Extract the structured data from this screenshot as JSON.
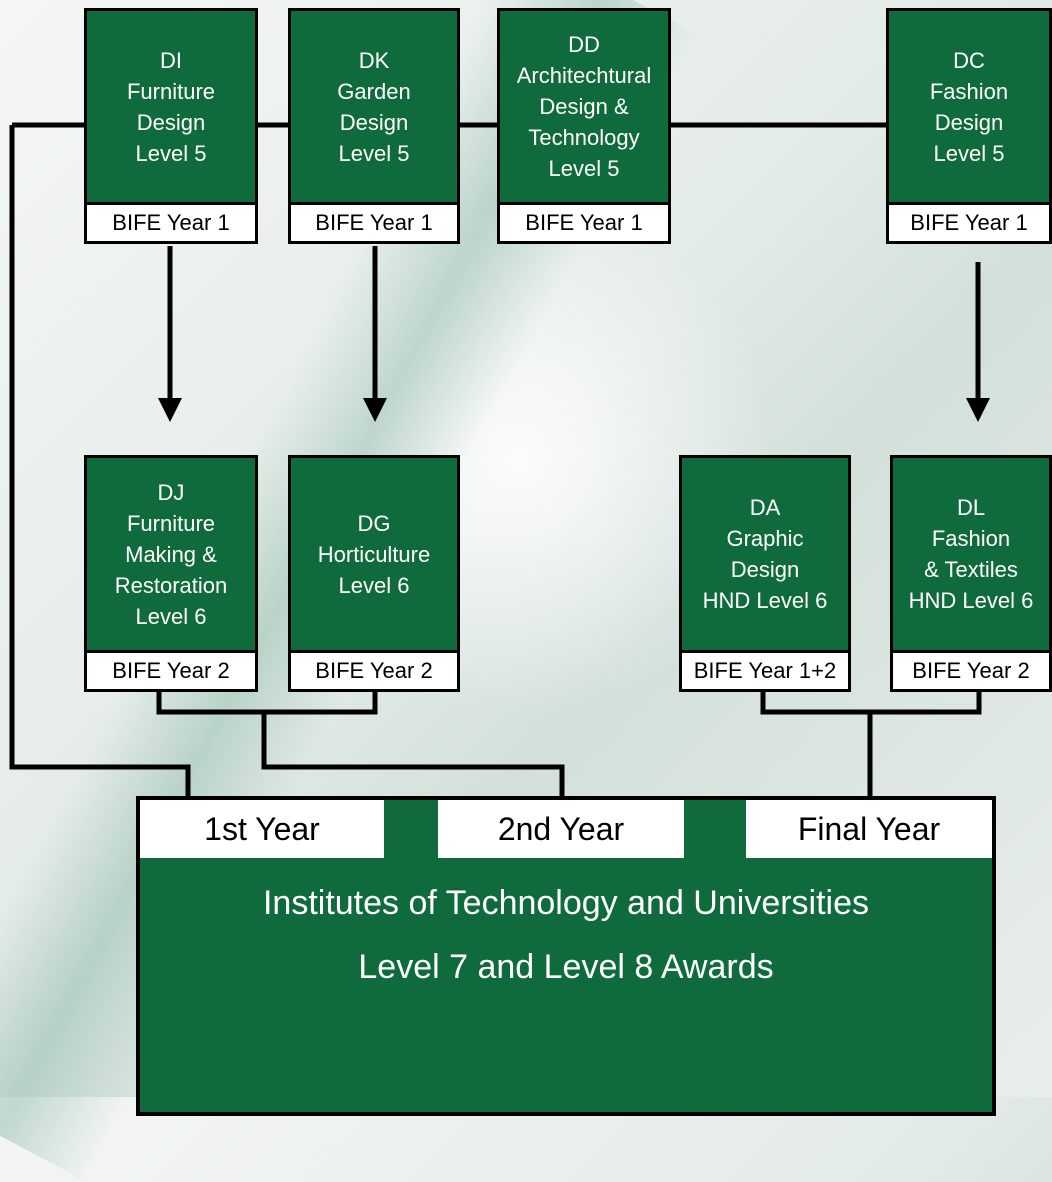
{
  "boxes": {
    "di": {
      "title": "DI\nFurniture\nDesign\nLevel 5",
      "footer": "BIFE Year 1"
    },
    "dk": {
      "title": "DK\nGarden\nDesign\nLevel 5",
      "footer": "BIFE Year 1"
    },
    "dd": {
      "title": "DD\nArchitechtural\nDesign &\nTechnology\nLevel 5",
      "footer": "BIFE Year 1"
    },
    "dc": {
      "title": "DC\nFashion\nDesign\nLevel 5",
      "footer": "BIFE Year 1"
    },
    "dj": {
      "title": "DJ\nFurniture\nMaking &\nRestoration\nLevel 6",
      "footer": "BIFE Year 2"
    },
    "dg": {
      "title": "DG\nHorticulture\nLevel 6",
      "footer": "BIFE Year 2"
    },
    "da": {
      "title": "DA\nGraphic\nDesign\nHND Level 6",
      "footer": "BIFE Year 1+2"
    },
    "dl": {
      "title": "DL\nFashion\n& Textiles\nHND Level 6",
      "footer": "BIFE Year 2"
    }
  },
  "destination": {
    "years": [
      "1st Year",
      "2nd Year",
      "Final Year"
    ],
    "line1": "Institutes of Technology and Universities",
    "line2": "Level 7 and Level 8 Awards"
  },
  "colors": {
    "box_green": "#0f6b3c",
    "line": "#000000",
    "footer_bg": "#ffffff"
  }
}
